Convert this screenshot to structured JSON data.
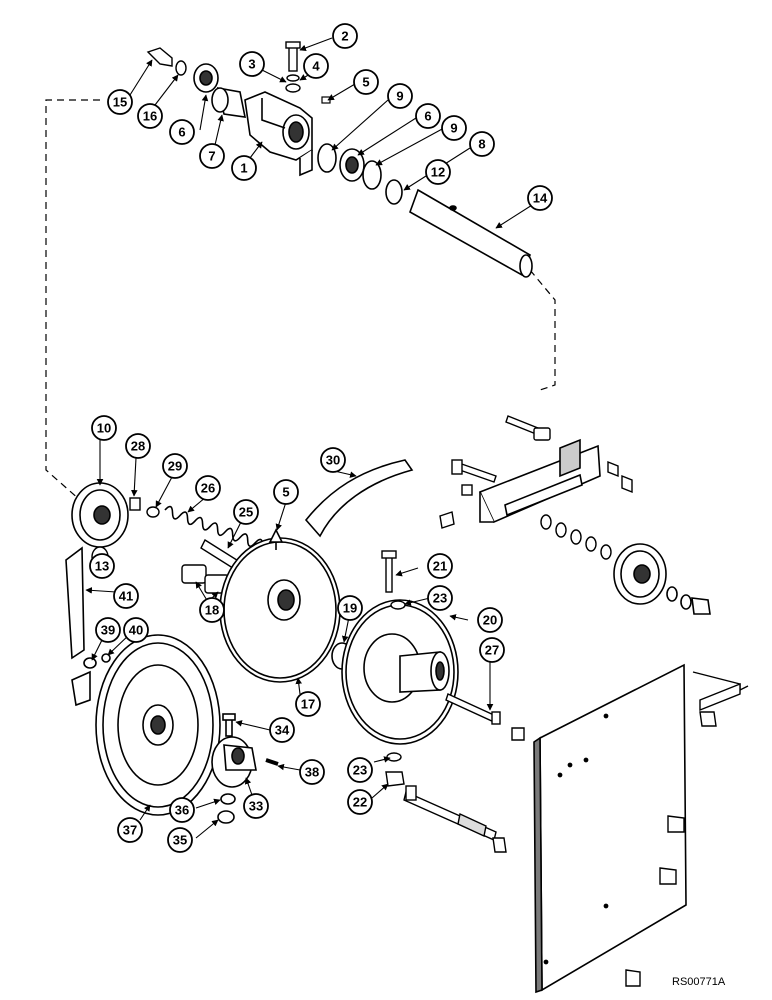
{
  "figure_code": "RS00771A",
  "callouts": [
    "1",
    "2",
    "3",
    "4",
    "5",
    "6",
    "7",
    "8",
    "9",
    "10",
    "12",
    "13",
    "14",
    "15",
    "16",
    "17",
    "18",
    "19",
    "20",
    "21",
    "22",
    "23",
    "25",
    "26",
    "27",
    "28",
    "29",
    "30",
    "33",
    "34",
    "35",
    "36",
    "37",
    "38",
    "39",
    "40",
    "41"
  ],
  "colors": {
    "ink": "#000000",
    "paper": "#ffffff",
    "shade": "#7a7a7a"
  }
}
